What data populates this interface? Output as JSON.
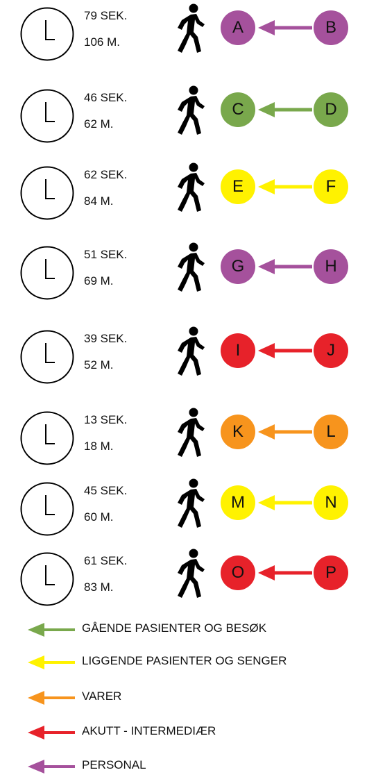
{
  "colors": {
    "personal": "#a5519c",
    "gaende": "#79a84c",
    "liggende": "#fff200",
    "varer": "#f7941d",
    "akutt": "#e7222a"
  },
  "icons": {
    "clock": "clock-icon",
    "walker": "walking-person-icon",
    "arrow": "arrow-left-icon"
  },
  "routes": [
    {
      "time": "79 SEK.",
      "distance": "106 M.",
      "from": "A",
      "to": "B",
      "color": "#a5519c"
    },
    {
      "time": "46 SEK.",
      "distance": "62 M.",
      "from": "C",
      "to": "D",
      "color": "#79a84c"
    },
    {
      "time": "62 SEK.",
      "distance": "84 M.",
      "from": "E",
      "to": "F",
      "color": "#fff200"
    },
    {
      "time": "51 SEK.",
      "distance": "69 M.",
      "from": "G",
      "to": "H",
      "color": "#a5519c"
    },
    {
      "time": "39 SEK.",
      "distance": "52 M.",
      "from": "I",
      "to": "J",
      "color": "#e7222a"
    },
    {
      "time": "13 SEK.",
      "distance": "18 M.",
      "from": "K",
      "to": "L",
      "color": "#f7941d"
    },
    {
      "time": "45 SEK.",
      "distance": "60 M.",
      "from": "M",
      "to": "N",
      "color": "#fff200"
    },
    {
      "time": "61 SEK.",
      "distance": "83 M.",
      "from": "O",
      "to": "P",
      "color": "#e7222a"
    }
  ],
  "legend": [
    {
      "label": "GÅENDE PASIENTER OG BESØK",
      "color": "#79a84c"
    },
    {
      "label": "LIGGENDE PASIENTER OG SENGER",
      "color": "#fff200"
    },
    {
      "label": "VARER",
      "color": "#f7941d"
    },
    {
      "label": "AKUTT - INTERMEDIÆR",
      "color": "#e7222a"
    },
    {
      "label": "PERSONAL",
      "color": "#a5519c"
    }
  ]
}
